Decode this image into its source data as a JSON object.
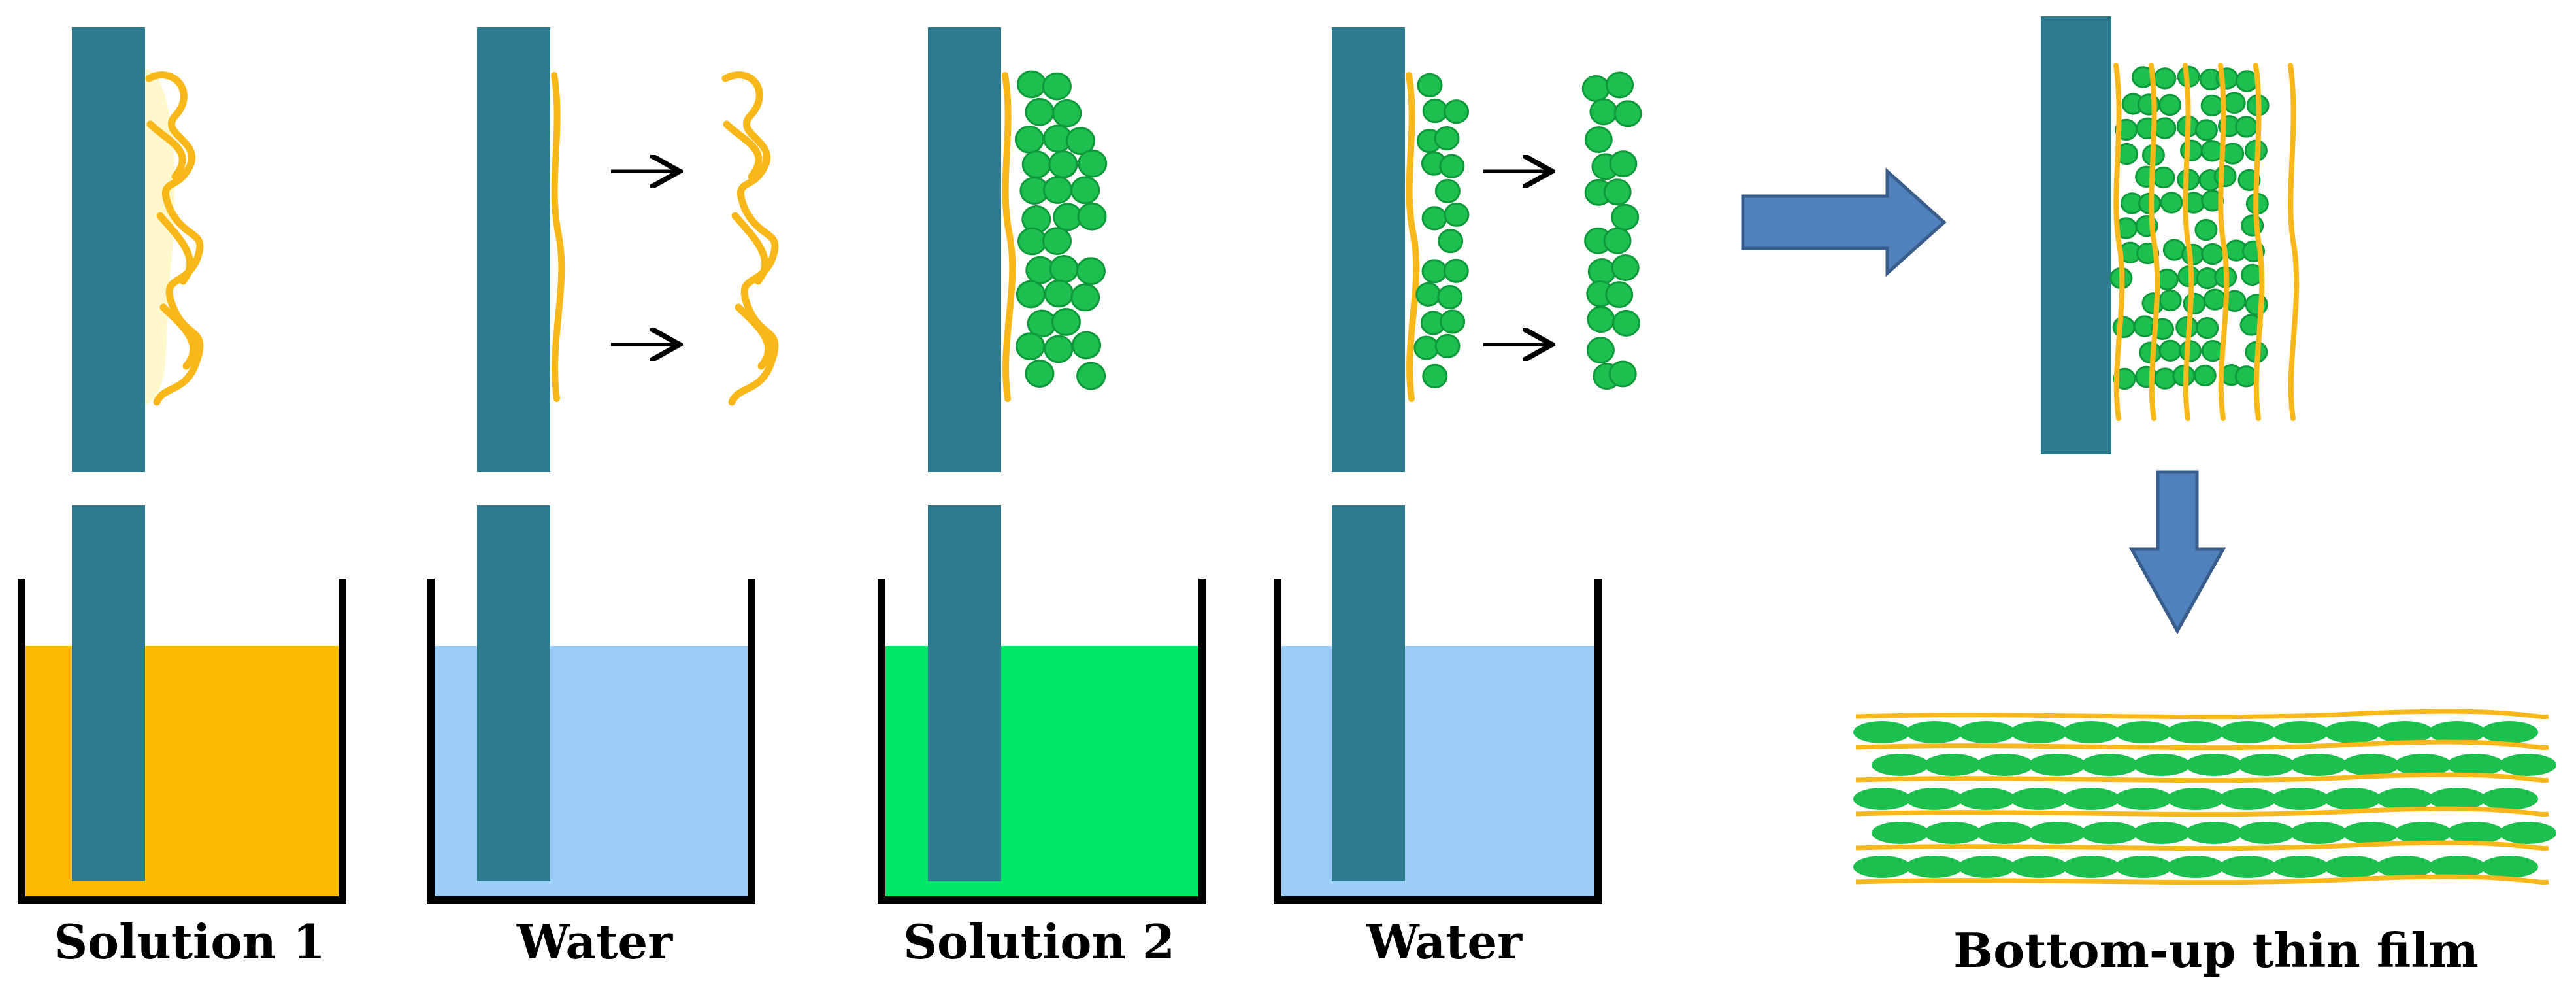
{
  "labels": {
    "step1": "Solution 1",
    "step2": "Water",
    "step3": "Solution 2",
    "step4": "Water",
    "result": "Bottom-up thin film"
  },
  "colors": {
    "substrate": "#2E7A8E",
    "solution_1": "#FDBB00",
    "solution_2": "#00E86A",
    "water": "#9BCCFA",
    "polymer": "#F9B81A",
    "particle": "#1DBF4F",
    "particle_edge": "#0E9A3A",
    "process_arrow": "#4F81BD",
    "beaker": "#000000"
  }
}
